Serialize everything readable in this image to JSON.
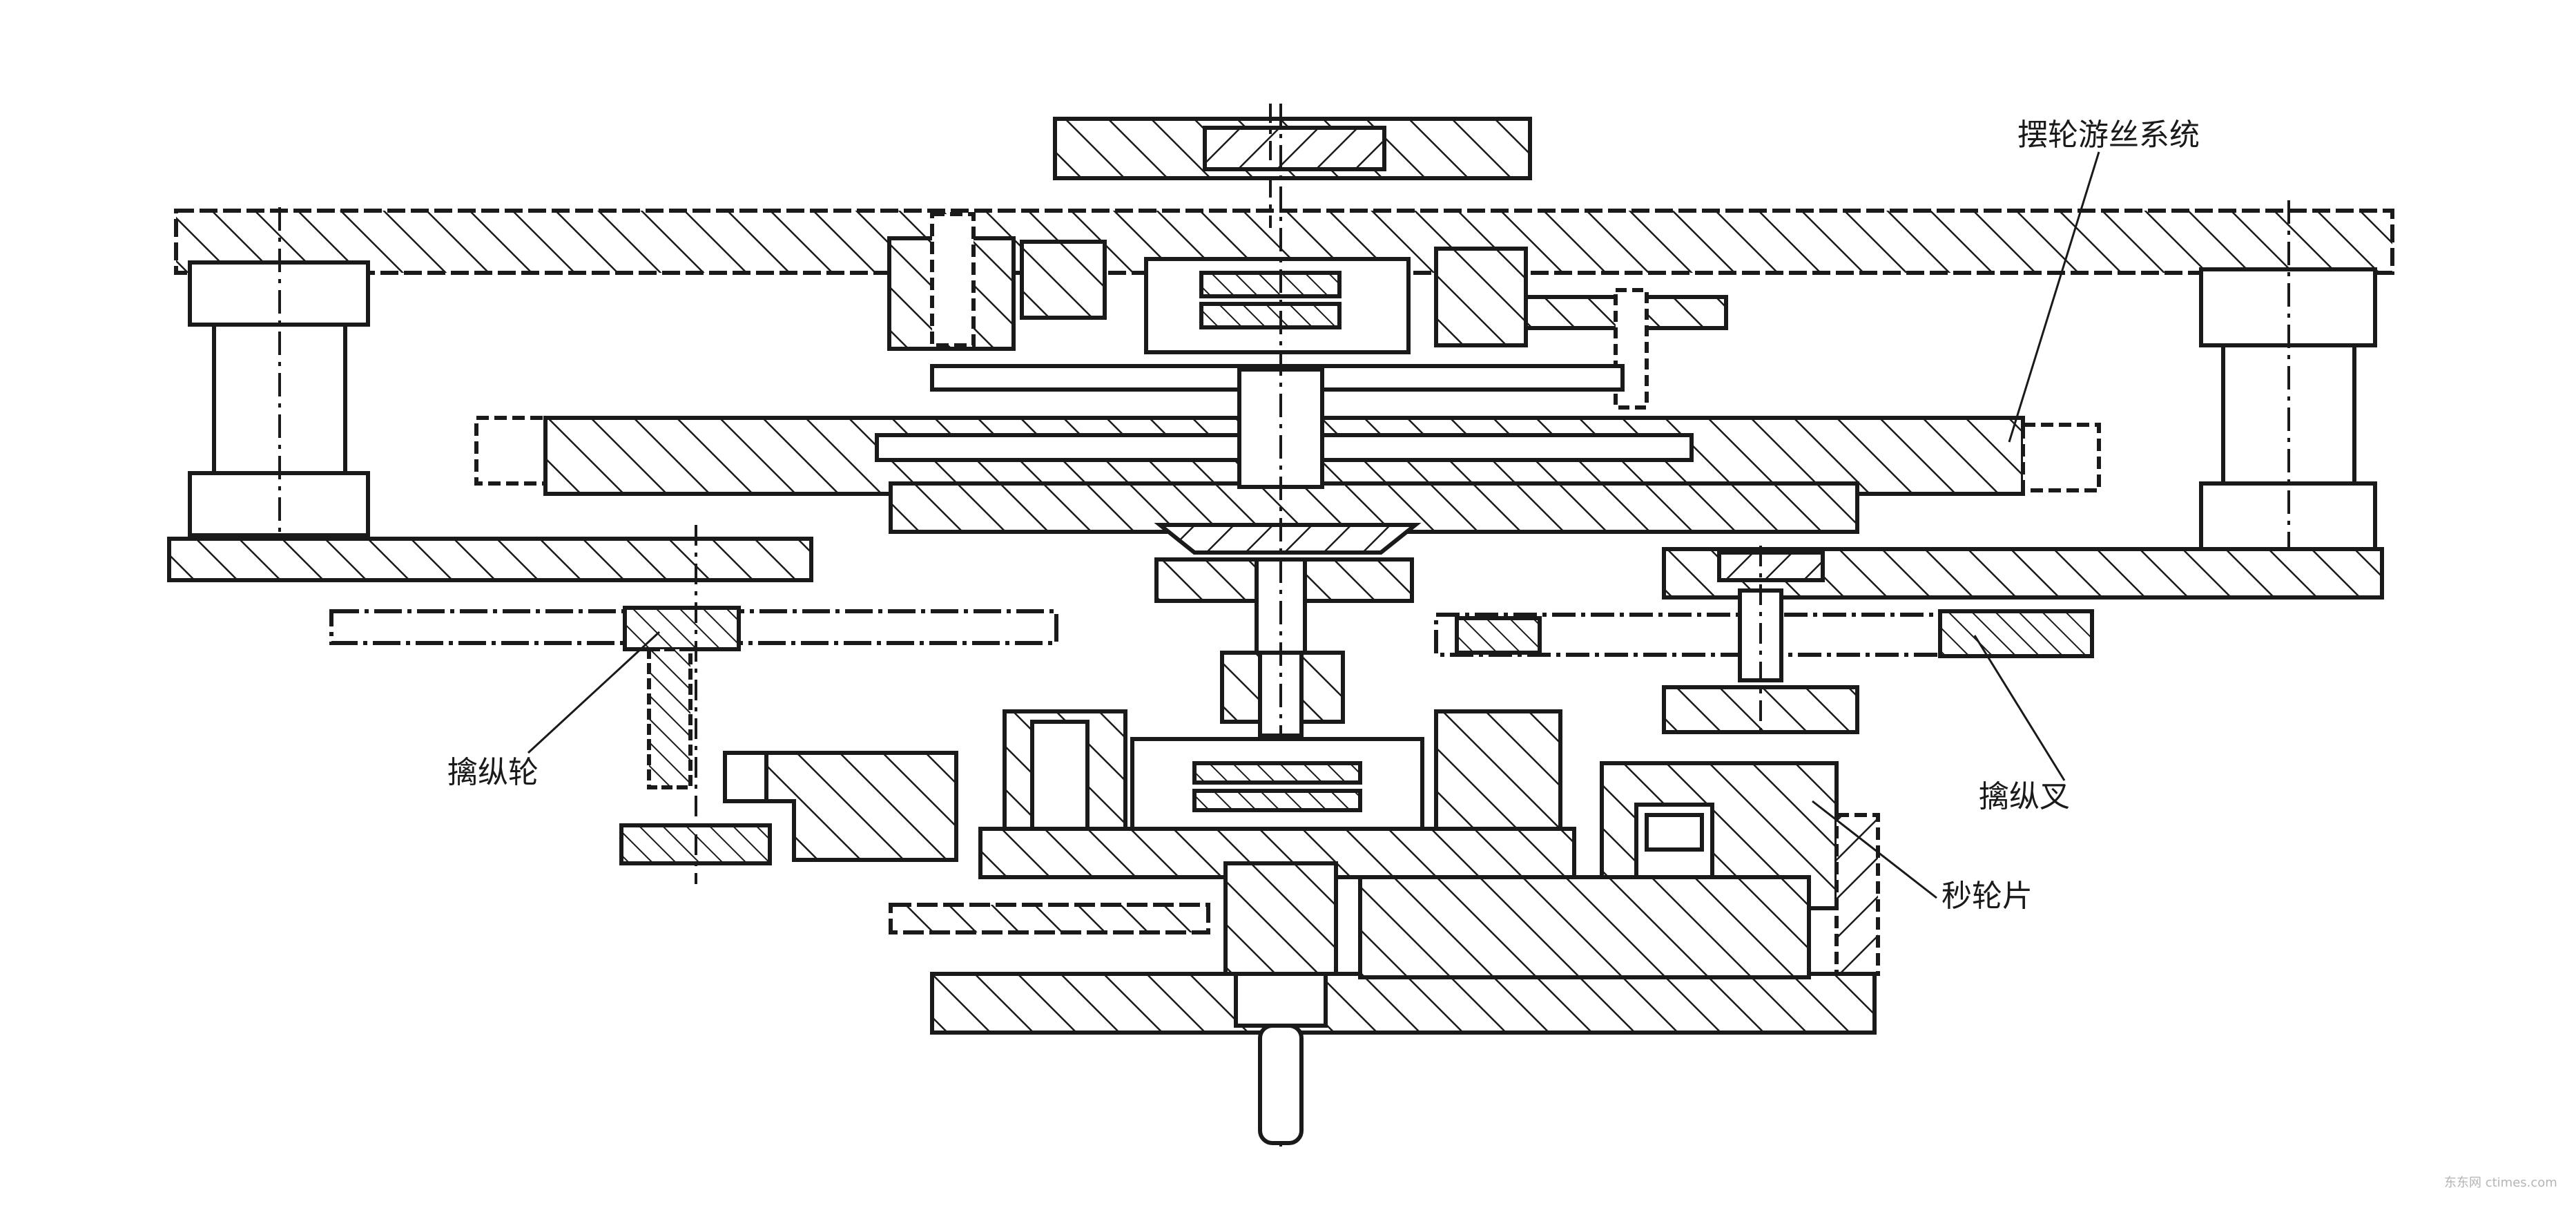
{
  "labels": {
    "balance_hairspring": "摆轮游丝系统",
    "escape_wheel": "擒纵轮",
    "pallet_fork": "擒纵叉",
    "seconds_wheel": "秒轮片"
  },
  "watermark": "东东网 ctimes.com",
  "colors": {
    "ink": "#1a1a1a",
    "paper": "#ffffff",
    "watermark": "#b5b5b5"
  }
}
